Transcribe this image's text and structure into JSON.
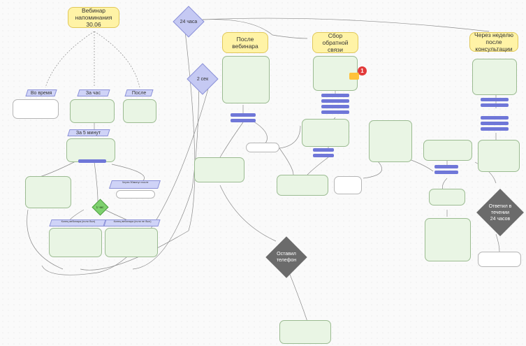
{
  "yellow_nodes": {
    "webinar_reminder": "Вебинар напоминания 30.06",
    "after_webinar": "После вебинара",
    "feedback": "Сбор обратной связи",
    "week_after": "Через неделю после консультации"
  },
  "labels": {
    "in_time": "Во время",
    "hour_before": "За час",
    "after": "После",
    "five_min": "За 5 минут",
    "end_webinar_1": "Конец вебинара (если был)",
    "end_webinar_2": "Конец вебинара (если не был)",
    "after_30min": "Через 30минут после"
  },
  "diamonds": {
    "hours24": "24 часа",
    "sec2": "2 сек",
    "hour1": "1 час",
    "left_phone": "Оставил телефон",
    "answered_24h": "Ответил в течении 24 часов"
  },
  "colors": {
    "diamond_blue": "#c5c9f3",
    "diamond_green": "#7ed16e",
    "diamond_gray": "#6b6b6b",
    "bar": "#6f77d8",
    "badge": "#e23a3a"
  },
  "badge": {
    "count": "1"
  },
  "icons": {
    "notification": "chat-bubble-icon"
  }
}
